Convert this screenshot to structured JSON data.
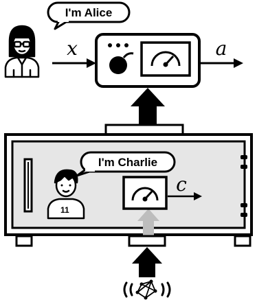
{
  "alice": {
    "speech": "I'm Alice"
  },
  "charlie": {
    "speech": "I'm Charlie"
  },
  "labels": {
    "input": "x",
    "output": "a",
    "inner_output": "c"
  },
  "icons": {
    "alice_avatar": "woman-glasses-icon",
    "charlie_avatar": "boy-icon",
    "top_device_gauge": "gauge-icon",
    "top_device_bomb": "bomb-icon",
    "inner_gauge": "gauge-icon",
    "network": "network-broadcast-icon"
  },
  "colors": {
    "ink": "#000000",
    "panel_fill": "#e6e6e6",
    "light_arrow": "#bdbdbd",
    "background": "#ffffff"
  }
}
